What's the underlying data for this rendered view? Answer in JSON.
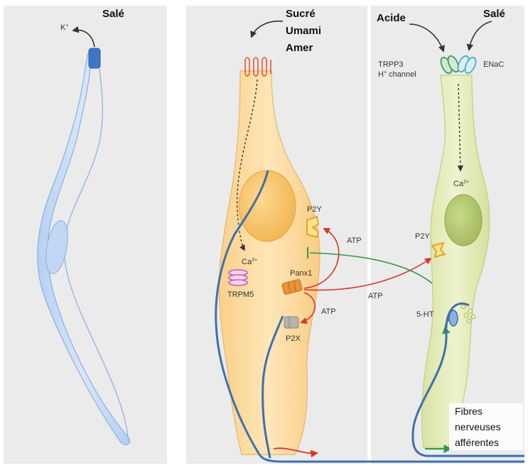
{
  "panel_left": {
    "taste": "Salé",
    "ion": "K",
    "ion_sup": "+"
  },
  "panel_middle": {
    "taste_line1": "Sucré",
    "taste_line2": "Umami",
    "taste_line3": "Amer",
    "calcium": "Ca",
    "calcium_sup": "2+",
    "trpm5": "TRPM5",
    "panx1": "Panx1",
    "p2y": "P2Y",
    "p2x": "P2X",
    "atp_upper": "ATP",
    "atp_lower": "ATP",
    "atp_cross": "ATP"
  },
  "panel_right": {
    "taste_acid": "Acide",
    "taste_salt": "Salé",
    "trpp3": "TRPP3",
    "h_channel": "H",
    "h_sup": "+",
    "h_channel_suffix": " channel",
    "enac": "ENaC",
    "calcium": "Ca",
    "calcium_sup": "2+",
    "p2y": "P2Y",
    "serotonin": "5-HT",
    "fibres_line1": "Fibres",
    "fibres_line2": "nerveuses",
    "fibres_line3": "afférentes"
  },
  "colors": {
    "panel_bg": "#ebebeb",
    "cell_blue": "#c9dcf5",
    "cell_orange": "#fddfa4",
    "cell_green": "#e6ecbd",
    "nerve": "#3f6fb0",
    "arrow_red": "#d9362b",
    "arrow_green": "#2f9a47"
  }
}
